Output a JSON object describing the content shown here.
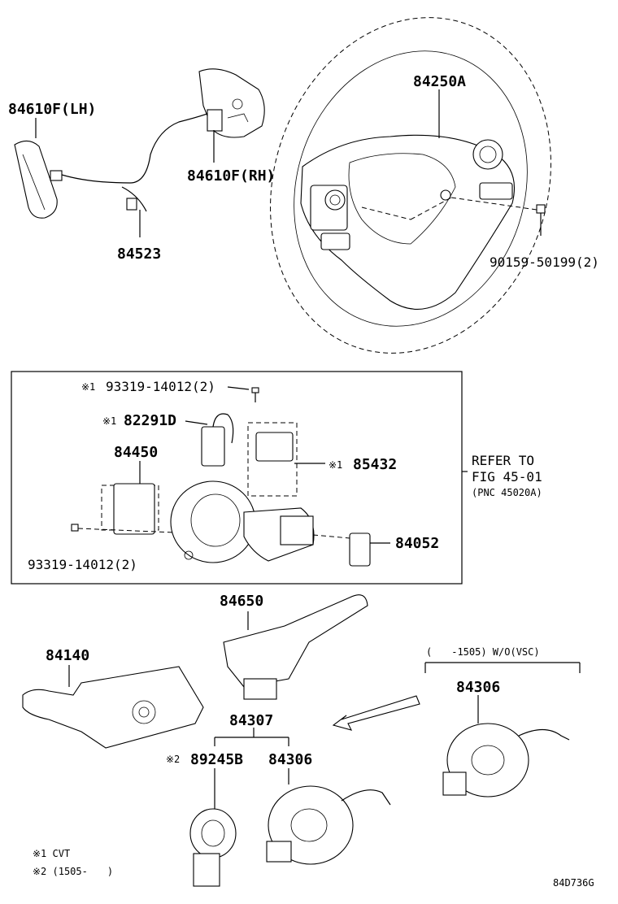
{
  "labels": {
    "p84610F_LH": "84610F(LH)",
    "p84610F_RH": "84610F(RH)",
    "p84523": "84523",
    "p84250A": "84250A",
    "p90159": "90159-50199(2)",
    "p93319_top": "93319-14012(2)",
    "p82291D": "82291D",
    "p84450": "84450",
    "p85432": "85432",
    "p84052": "84052",
    "p93319_bot": "93319-14012(2)",
    "refer_l1": "REFER TO",
    "refer_l2": "FIG 45-01",
    "refer_l3": "(PNC 45020A)",
    "p84650": "84650",
    "p84140": "84140",
    "p84307": "84307",
    "p89245B": "89245B",
    "p84306_a": "84306",
    "p84306_b": "84306",
    "wo_vsc": "(　　-1505) W/O(VSC)",
    "mark1": "※1",
    "mark2": "※2",
    "note1": "※1 CVT",
    "note2": "※2 (1505-　　)",
    "fig_code": "84D736G"
  }
}
